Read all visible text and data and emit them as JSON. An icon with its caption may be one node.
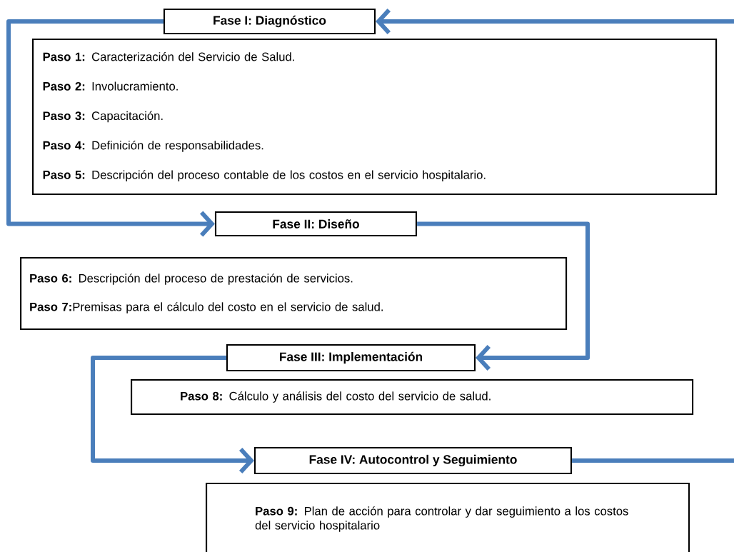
{
  "diagram": {
    "nodes": [
      {
        "text": [
          "Fase I: Diagnóstico"
        ]
      },
      {
        "text": [
          "**Paso 1:** Caracterización del Servicio de Salud.",
          "**Paso 2:** Involucramiento.",
          "**Paso 3:** Capacitación.",
          "**Paso 4:** Definición de responsabilidades.",
          "**Paso 5:** Descripción del proceso contable de los costos en el servicio hospitalario."
        ]
      },
      {
        "text": [
          "Fase II: Diseño"
        ]
      },
      {
        "text": [
          "**Paso 6:** Descripción del proceso de prestación de servicios.",
          "**Paso 7:**Premisas para el cálculo del costo en el servicio de salud."
        ]
      },
      {
        "text": [
          "Fase III: Implementación"
        ]
      },
      {
        "text": [
          "**Paso 8:** Cálculo y análisis del costo del servicio de salud."
        ]
      },
      {
        "text": [
          "Fase IV: Autocontrol y Seguimiento"
        ]
      },
      {
        "text": [
          "**Paso 9:** Plan de acción para controlar y dar seguimiento a los costos del servicio hospitalario"
        ]
      }
    ],
    "edges": [
      {
        "from": 0,
        "to": 2,
        "arrow": "to"
      },
      {
        "from": 2,
        "to": 4,
        "arrow": "to"
      },
      {
        "from": 4,
        "to": 6,
        "arrow": "to"
      },
      {
        "from": 6,
        "to": 0,
        "arrow": "to"
      }
    ]
  }
}
